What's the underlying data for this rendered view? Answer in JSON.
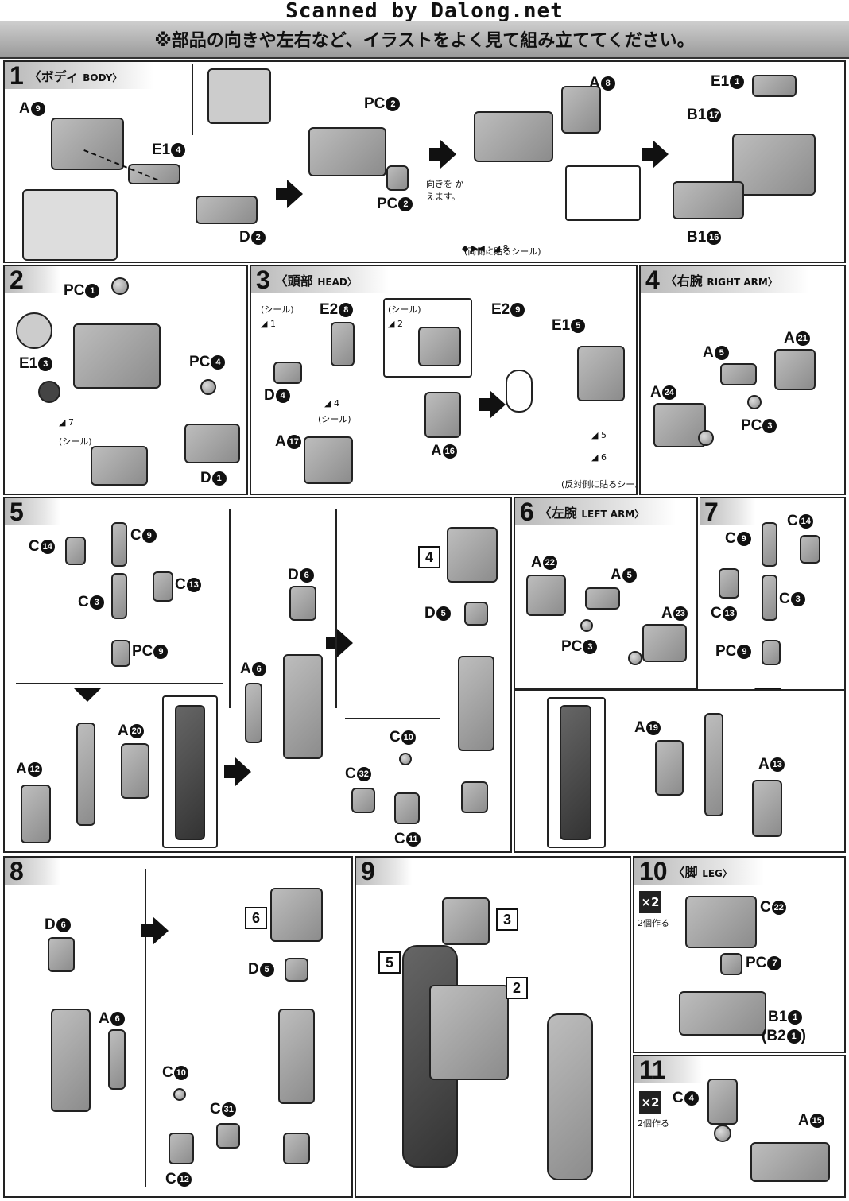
{
  "header": {
    "scan_credit": "Scanned by Dalong.net",
    "notice": "※部品の向きや左右など、イラストをよく見て組み立ててください。"
  },
  "sections": [
    {
      "num": "1",
      "title": "〈ボディ",
      "title_en": "BODY〉"
    },
    {
      "num": "2"
    },
    {
      "num": "3",
      "title": "〈頭部",
      "title_en": "HEAD〉"
    },
    {
      "num": "4",
      "title": "〈右腕",
      "title_en": "RIGHT ARM〉"
    },
    {
      "num": "5"
    },
    {
      "num": "6",
      "title": "〈左腕",
      "title_en": "LEFT ARM〉"
    },
    {
      "num": "7"
    },
    {
      "num": "8"
    },
    {
      "num": "9"
    },
    {
      "num": "10",
      "title": "〈脚",
      "title_en": "LEG〉"
    },
    {
      "num": "11"
    }
  ],
  "notes": {
    "rotate": "向きを かえます。",
    "sticker": "(シール)",
    "both_sides": "(両側に貼るシール)",
    "opposite_side": "(反対側に貼るシール)",
    "make_two": "2個作る",
    "x2": "×2"
  },
  "labels": {
    "s1": {
      "a9": "A",
      "a9n": "9",
      "e14": "E1",
      "e14n": "4",
      "d2": "D",
      "d2n": "2",
      "pc2a": "PC",
      "pc2an": "2",
      "pc2b": "PC",
      "pc2bn": "2",
      "a8": "A",
      "a8n": "8",
      "e11": "E1",
      "e11n": "1",
      "b117": "B1",
      "b117n": "17",
      "b116": "B1",
      "b116n": "16",
      "st8": "8"
    },
    "s2": {
      "pc1": "PC",
      "pc1n": "1",
      "e13": "E1",
      "e13n": "3",
      "pc4": "PC",
      "pc4n": "4",
      "d1": "D",
      "d1n": "1",
      "st7": "7"
    },
    "s3": {
      "e28": "E2",
      "e28n": "8",
      "d4": "D",
      "d4n": "4",
      "a17": "A",
      "a17n": "17",
      "a16": "A",
      "a16n": "16",
      "e29": "E2",
      "e29n": "9",
      "e15": "E1",
      "e15n": "5",
      "st1": "1",
      "st2": "2",
      "st4": "4",
      "st5": "5",
      "st6": "6"
    },
    "s4": {
      "a21": "A",
      "a21n": "21",
      "a5": "A",
      "a5n": "5",
      "a24": "A",
      "a24n": "24",
      "pc3": "PC",
      "pc3n": "3"
    },
    "s5": {
      "c14": "C",
      "c14n": "14",
      "c9": "C",
      "c9n": "9",
      "c13": "C",
      "c13n": "13",
      "c3": "C",
      "c3n": "3",
      "pc9": "PC",
      "pc9n": "9",
      "a20": "A",
      "a20n": "20",
      "a12": "A",
      "a12n": "12",
      "d6": "D",
      "d6n": "6",
      "a6": "A",
      "a6n": "6",
      "d5": "D",
      "d5n": "5",
      "c10": "C",
      "c10n": "10",
      "c32": "C",
      "c32n": "32",
      "c11": "C",
      "c11n": "11",
      "b4": "4"
    },
    "s6": {
      "a22": "A",
      "a22n": "22",
      "a5": "A",
      "a5n": "5",
      "a23": "A",
      "a23n": "23",
      "pc3": "PC",
      "pc3n": "3"
    },
    "s7": {
      "c9": "C",
      "c9n": "9",
      "c14": "C",
      "c14n": "14",
      "c13": "C",
      "c13n": "13",
      "c3": "C",
      "c3n": "3",
      "pc9": "PC",
      "pc9n": "9",
      "a19": "A",
      "a19n": "19",
      "a13": "A",
      "a13n": "13"
    },
    "s8": {
      "d6": "D",
      "d6n": "6",
      "a6": "A",
      "a6n": "6",
      "d5": "D",
      "d5n": "5",
      "c10": "C",
      "c10n": "10",
      "c31": "C",
      "c31n": "31",
      "c12": "C",
      "c12n": "12",
      "b6": "6"
    },
    "s9": {
      "b3": "3",
      "b5": "5",
      "b2": "2"
    },
    "s10": {
      "c22": "C",
      "c22n": "22",
      "pc7": "PC",
      "pc7n": "7",
      "b11": "B1",
      "b11n": "1",
      "b21": "(B2",
      "b21n": "1",
      "b21end": ")"
    },
    "s11": {
      "c4": "C",
      "c4n": "4",
      "a15": "A",
      "a15n": "15"
    }
  }
}
